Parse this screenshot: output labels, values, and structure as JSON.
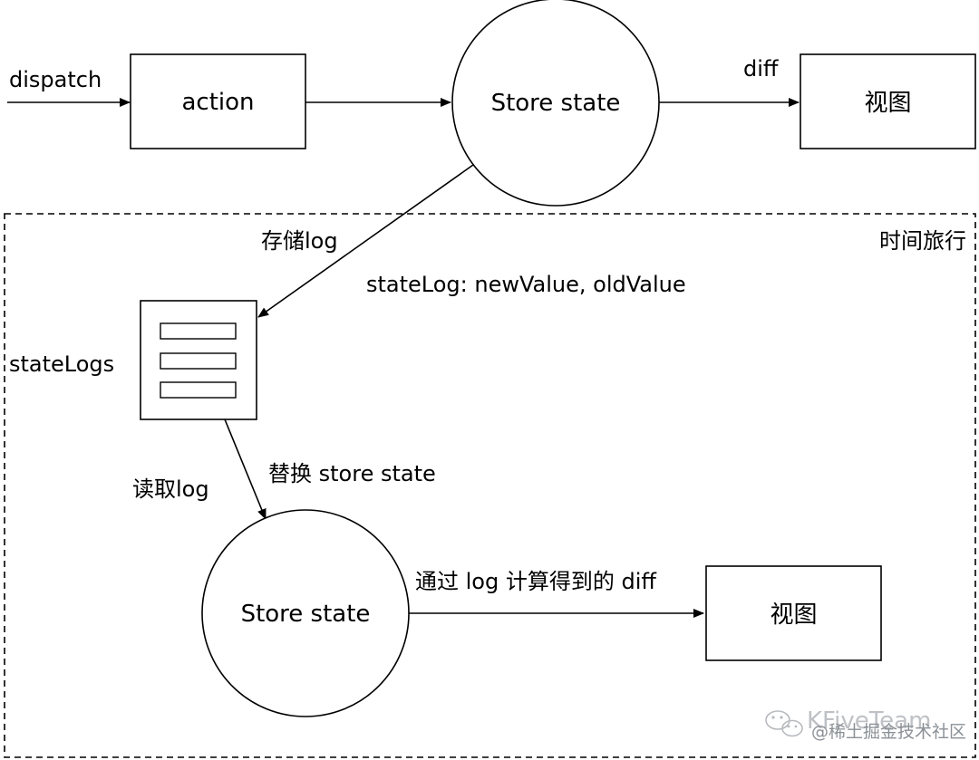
{
  "colors": {
    "stroke": "#000000",
    "background": "#ffffff",
    "watermark": "#9aa0a6"
  },
  "top_flow": {
    "dispatch_label": "dispatch",
    "action_box": "action",
    "store_state": "Store state",
    "diff_label": "diff",
    "view_box": "视图"
  },
  "time_travel": {
    "region_label": "时间旅行",
    "store_log_label": "存储log",
    "state_log_label": "stateLog: newValue, oldValue",
    "state_logs_label": "stateLogs",
    "read_log_label": "读取log",
    "replace_label": "替换 store state",
    "store_state": "Store state",
    "diff_via_log_label": "通过 log 计算得到的 diff",
    "view_box": "视图"
  },
  "watermark": {
    "line1": "KFiveTeam",
    "line2": "@稀土掘金技术社区",
    "icon": "wechat-icon"
  }
}
